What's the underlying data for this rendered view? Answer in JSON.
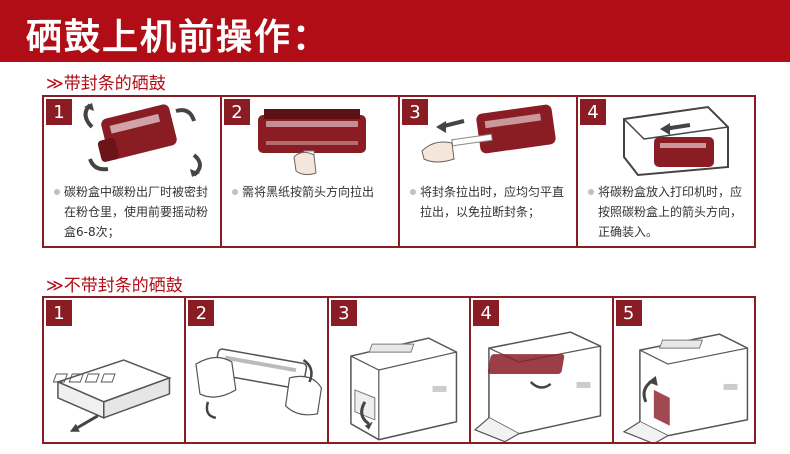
{
  "banner": {
    "title": "硒鼓上机前操作："
  },
  "section_sealed": {
    "title": "≫带封条的硒鼓",
    "steps": [
      {
        "num": "1",
        "text": "碳粉盒中碳粉出厂时被密封在粉仓里，使用前要摇动粉盒6-8次；"
      },
      {
        "num": "2",
        "text": "需将黑纸按箭头方向拉出"
      },
      {
        "num": "3",
        "text": "将封条拉出时，应均匀平直拉出，以免拉断封条；"
      },
      {
        "num": "4",
        "text": "将碳粉盒放入打印机时，应按照碳粉盒上的箭头方向，正确装入。"
      }
    ]
  },
  "section_unsealed": {
    "title": "≫不带封条的硒鼓",
    "steps": [
      {
        "num": "1"
      },
      {
        "num": "2"
      },
      {
        "num": "3"
      },
      {
        "num": "4"
      },
      {
        "num": "5"
      }
    ]
  },
  "colors": {
    "banner": "#b10d16",
    "panel_border": "#8a1c24",
    "illustration_fill": "#8a1c24"
  }
}
